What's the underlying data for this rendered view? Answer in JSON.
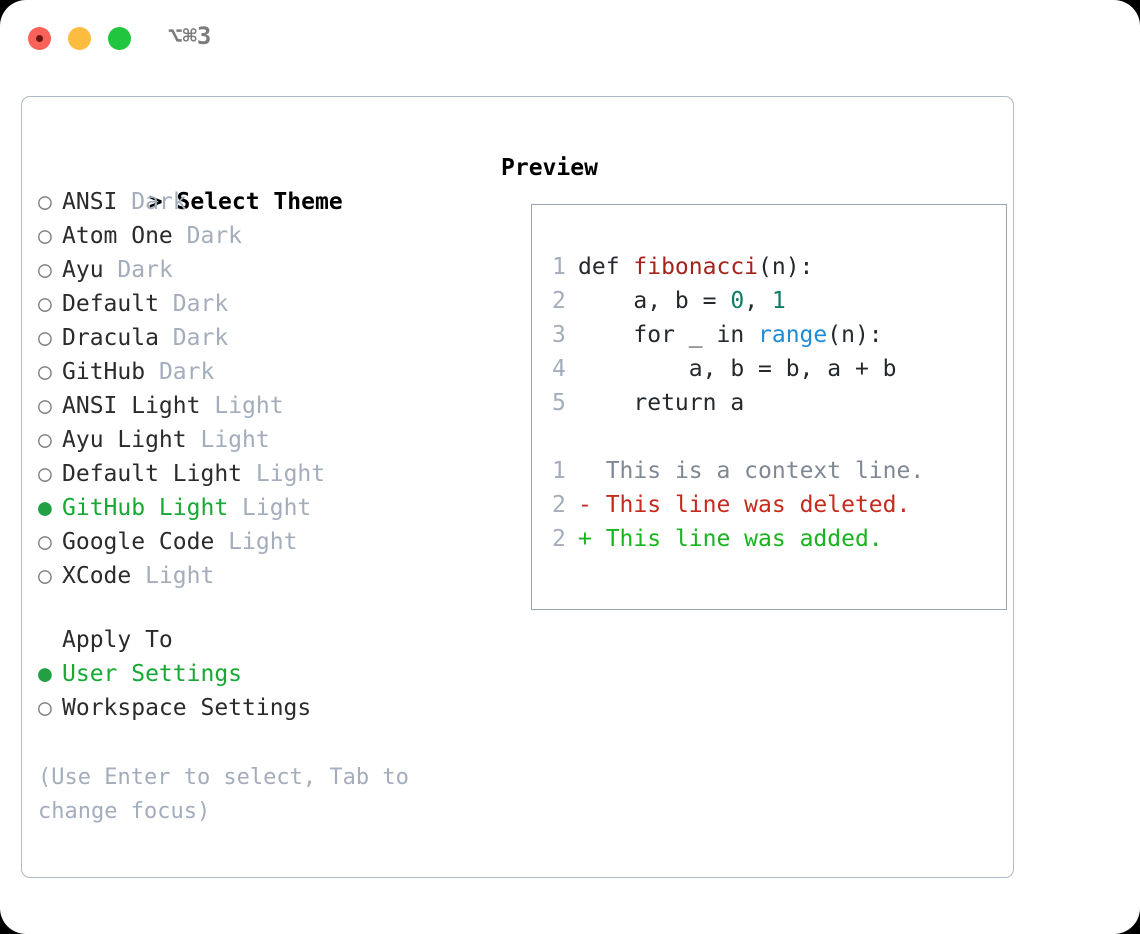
{
  "titlebar": {
    "shortcut": "⌥⌘3",
    "buttons": {
      "close": "close",
      "minimize": "minimize",
      "maximize": "maximize"
    }
  },
  "theme_picker": {
    "header": "Select Theme",
    "caret": ">",
    "bullet_empty": "○",
    "bullet_filled": "●",
    "items": [
      {
        "name": "ANSI",
        "tag": "Dark",
        "selected": false
      },
      {
        "name": "Atom One",
        "tag": "Dark",
        "selected": false
      },
      {
        "name": "Ayu",
        "tag": "Dark",
        "selected": false
      },
      {
        "name": "Default",
        "tag": "Dark",
        "selected": false
      },
      {
        "name": "Dracula",
        "tag": "Dark",
        "selected": false
      },
      {
        "name": "GitHub",
        "tag": "Dark",
        "selected": false
      },
      {
        "name": "ANSI Light",
        "tag": "Light",
        "selected": false
      },
      {
        "name": "Ayu Light",
        "tag": "Light",
        "selected": false
      },
      {
        "name": "Default Light",
        "tag": "Light",
        "selected": false
      },
      {
        "name": "GitHub Light",
        "tag": "Light",
        "selected": true
      },
      {
        "name": "Google Code",
        "tag": "Light",
        "selected": false
      },
      {
        "name": "XCode",
        "tag": "Light",
        "selected": false
      }
    ]
  },
  "apply_to": {
    "header": "Apply To",
    "items": [
      {
        "name": "User Settings",
        "selected": true
      },
      {
        "name": "Workspace Settings",
        "selected": false
      }
    ]
  },
  "hint": "(Use Enter to select, Tab to change focus)",
  "preview": {
    "title": "Preview",
    "code_lines": [
      {
        "no": "1",
        "segments": [
          {
            "t": "def ",
            "k": "plain"
          },
          {
            "t": "fibonacci",
            "k": "fn"
          },
          {
            "t": "(n):",
            "k": "plain"
          }
        ]
      },
      {
        "no": "2",
        "segments": [
          {
            "t": "    a, b = ",
            "k": "plain"
          },
          {
            "t": "0",
            "k": "num"
          },
          {
            "t": ", ",
            "k": "plain"
          },
          {
            "t": "1",
            "k": "num"
          }
        ]
      },
      {
        "no": "3",
        "segments": [
          {
            "t": "    for _ in ",
            "k": "plain"
          },
          {
            "t": "range",
            "k": "call"
          },
          {
            "t": "(n):",
            "k": "plain"
          }
        ]
      },
      {
        "no": "4",
        "segments": [
          {
            "t": "        a, b = b, a + b",
            "k": "plain"
          }
        ]
      },
      {
        "no": "5",
        "segments": [
          {
            "t": "    return a",
            "k": "plain"
          }
        ]
      }
    ],
    "diff_lines": [
      {
        "no": "1",
        "marker": "  ",
        "text": "This is a context line.",
        "kind": "ctx"
      },
      {
        "no": "2",
        "marker": "- ",
        "text": "This line was deleted.",
        "kind": "del"
      },
      {
        "no": "2",
        "marker": "+ ",
        "text": "This line was added.",
        "kind": "add"
      }
    ]
  },
  "colors": {
    "selected_green": "#16a934",
    "tag_grey": "#a3adbb",
    "diff_add": "#17b41f",
    "diff_del": "#c42b1c",
    "code_fn": "#a4231c",
    "code_num": "#0e7c66",
    "code_call": "#1a8cd8"
  }
}
